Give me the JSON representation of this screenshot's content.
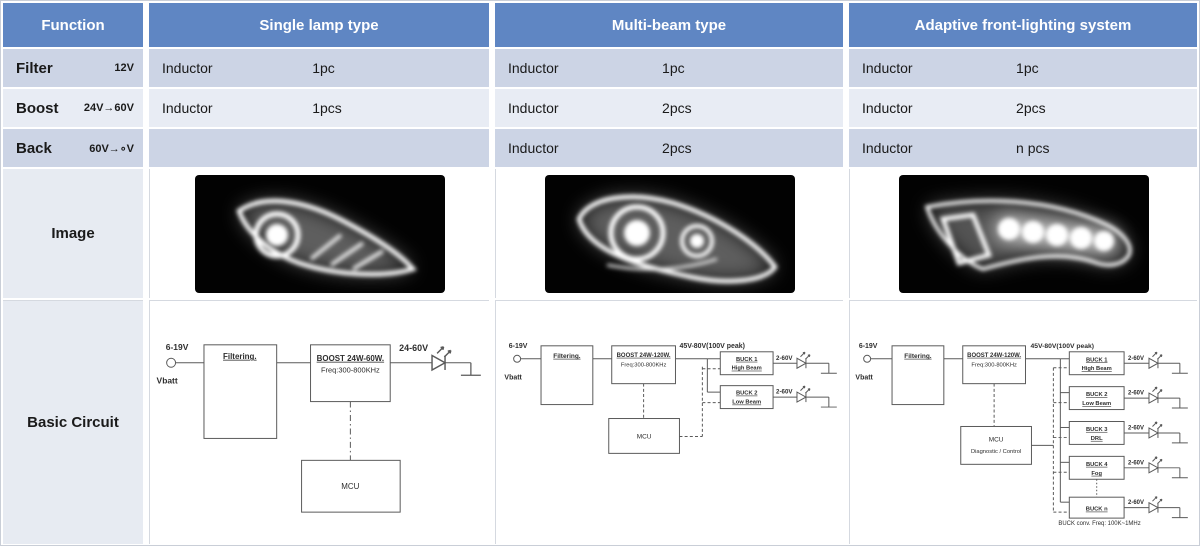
{
  "header": {
    "function": "Function",
    "single": "Single lamp type",
    "multi": "Multi-beam type",
    "adaptive": "Adaptive front-lighting system"
  },
  "rows": {
    "filter": {
      "label": "Filter",
      "range": "12V",
      "single": {
        "part": "Inductor",
        "qty": "1pc"
      },
      "multi": {
        "part": "Inductor",
        "qty": "1pc"
      },
      "adaptive": {
        "part": "Inductor",
        "qty": "1pc"
      }
    },
    "boost": {
      "label": "Boost",
      "range": "24V→60V",
      "single": {
        "part": "Inductor",
        "qty": "1pcs"
      },
      "multi": {
        "part": "Inductor",
        "qty": "2pcs"
      },
      "adaptive": {
        "part": "Inductor",
        "qty": "2pcs"
      }
    },
    "back": {
      "label": "Back",
      "range": "60V→∘V",
      "multi": {
        "part": "Inductor",
        "qty": "2pcs"
      },
      "adaptive": {
        "part": "Inductor",
        "qty": "n pcs"
      }
    }
  },
  "image_row": {
    "label": "Image"
  },
  "circuit_row": {
    "label": "Basic Circuit"
  },
  "circuits": {
    "single": {
      "input_voltage": "6-19V",
      "battery_label": "Vbatt",
      "filter_block": "Filtering.",
      "boost_block_line1": "BOOST 24W-60W.",
      "boost_block_line2": "Freq:300-800KHz",
      "output_voltage": "24-60V",
      "mcu_block": "MCU"
    },
    "multi": {
      "input_voltage": "6-19V",
      "battery_label": "Vbatt",
      "filter_block": "Filtering.",
      "boost_block_line1": "BOOST 24W-120W.",
      "boost_block_line2": "Freq:300-800KHz",
      "bus_voltage": "45V-80V(100V peak)",
      "mcu_block": "MCU",
      "bucks": [
        {
          "name": "BUCK 1",
          "func": "High Beam",
          "out": "2-60V"
        },
        {
          "name": "BUCK 2",
          "func": "Low Beam",
          "out": "2-60V"
        }
      ]
    },
    "adaptive": {
      "input_voltage": "6-19V",
      "battery_label": "Vbatt",
      "filter_block": "Filtering.",
      "boost_block_line1": "BOOST 24W-120W.",
      "boost_block_line2": "Freq:300-800KHz",
      "bus_voltage": "45V-80V(100V peak)",
      "mcu_block_line1": "MCU",
      "mcu_block_line2": "Diagnostic / Control",
      "freq_note": "BUCK conv. Freq: 100K~1MHz",
      "bucks": [
        {
          "name": "BUCK 1",
          "func": "High Beam",
          "out": "2-60V"
        },
        {
          "name": "BUCK 2",
          "func": "Low Beam",
          "out": "2-60V"
        },
        {
          "name": "BUCK 3",
          "func": "DRL",
          "out": "2-60V"
        },
        {
          "name": "BUCK 4",
          "func": "Fog",
          "out": "2-60V"
        },
        {
          "name": "BUCK n",
          "func": "",
          "out": "2-60V"
        }
      ]
    }
  },
  "icons": {
    "led_icon": "▷|",
    "ground_icon": "⊥",
    "terminal_icon": "○",
    "light_arrows_icon": "↗↗"
  },
  "colors": {
    "header_bg": "#5f86c3",
    "header_text": "#ffffff",
    "band_dark": "#ccd4e5",
    "band_light": "#e8ecf4",
    "label_bg": "#e7ebf2",
    "border": "#c9ced7",
    "photo_bg": "#020202"
  }
}
